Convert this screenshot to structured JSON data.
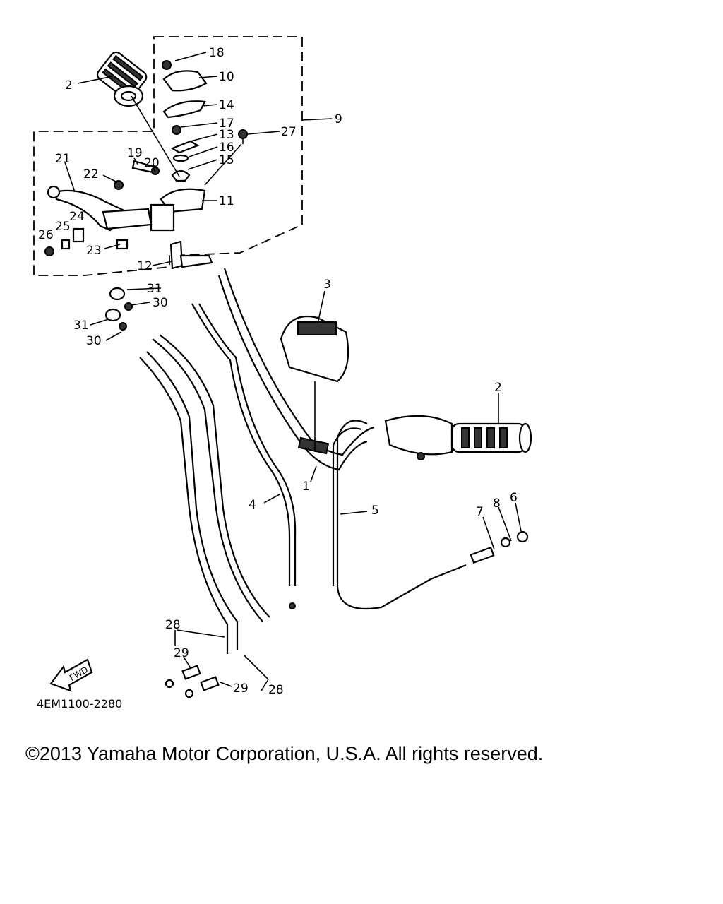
{
  "diagram": {
    "catalog_code": "4EM1100-2280",
    "fwd_label": "FWD",
    "callouts": [
      {
        "id": "c1",
        "label": "1"
      },
      {
        "id": "c2a",
        "label": "2"
      },
      {
        "id": "c2b",
        "label": "2"
      },
      {
        "id": "c3",
        "label": "3"
      },
      {
        "id": "c4",
        "label": "4"
      },
      {
        "id": "c5",
        "label": "5"
      },
      {
        "id": "c6",
        "label": "6"
      },
      {
        "id": "c7",
        "label": "7"
      },
      {
        "id": "c8",
        "label": "8"
      },
      {
        "id": "c9",
        "label": "9"
      },
      {
        "id": "c10",
        "label": "10"
      },
      {
        "id": "c11",
        "label": "11"
      },
      {
        "id": "c12",
        "label": "12"
      },
      {
        "id": "c13",
        "label": "13"
      },
      {
        "id": "c14",
        "label": "14"
      },
      {
        "id": "c15",
        "label": "15"
      },
      {
        "id": "c16",
        "label": "16"
      },
      {
        "id": "c17",
        "label": "17"
      },
      {
        "id": "c18",
        "label": "18"
      },
      {
        "id": "c19",
        "label": "19"
      },
      {
        "id": "c20",
        "label": "20"
      },
      {
        "id": "c21",
        "label": "21"
      },
      {
        "id": "c22",
        "label": "22"
      },
      {
        "id": "c23",
        "label": "23"
      },
      {
        "id": "c24",
        "label": "24"
      },
      {
        "id": "c25",
        "label": "25"
      },
      {
        "id": "c26",
        "label": "26"
      },
      {
        "id": "c27",
        "label": "27"
      },
      {
        "id": "c28a",
        "label": "28"
      },
      {
        "id": "c28b",
        "label": "28"
      },
      {
        "id": "c29a",
        "label": "29"
      },
      {
        "id": "c29b",
        "label": "29"
      },
      {
        "id": "c30a",
        "label": "30"
      },
      {
        "id": "c30b",
        "label": "30"
      },
      {
        "id": "c31a",
        "label": "31"
      },
      {
        "id": "c31b",
        "label": "31"
      }
    ]
  },
  "footer": {
    "copyright": "©2013 Yamaha Motor Corporation, U.S.A. All rights reserved."
  }
}
